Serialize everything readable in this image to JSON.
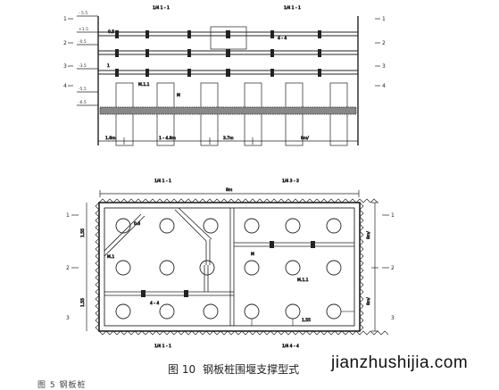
{
  "diagram": {
    "elevation_markers": [
      "1",
      "2",
      "3",
      "4"
    ],
    "plan_markers": [
      "1",
      "2",
      "3"
    ]
  },
  "caption": {
    "figure_no": "图 10",
    "title": "钢板桩围堰支撑型式"
  },
  "watermark": "jianzhushijia.com",
  "bottom_fragment": "图 5 钢板桩"
}
